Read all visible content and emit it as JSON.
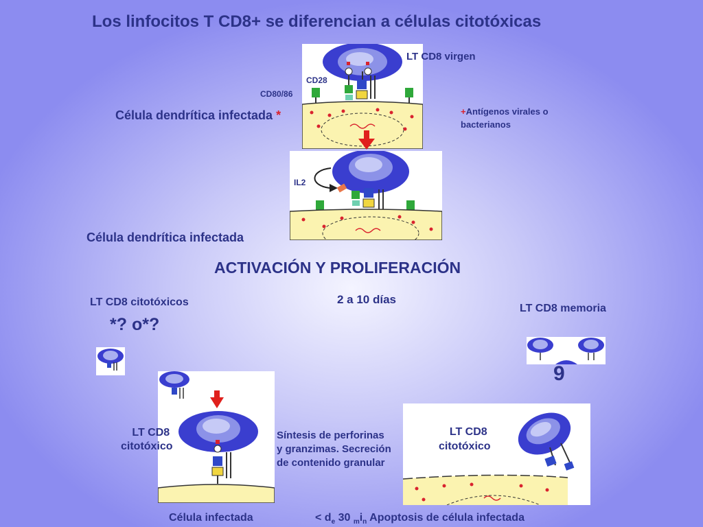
{
  "title": "Los linfocitos T CD8+ se diferencian a células citotóxicas",
  "labels": {
    "lt_cd8_virgen": "LT CD8 virgen",
    "cd28": "CD28",
    "cd80_86": "CD80/86",
    "celula_dendritica_infectada_top": "Célula dendrítica infectada",
    "asterisk": "*",
    "antigenos_line1": "Antígenos virales o",
    "antigenos_line2": "bacterianos",
    "il2": "IL2",
    "celula_dendritica_infectada_mid": "Célula dendrítica infectada",
    "activacion": "ACTIVACIÓN Y PROLIFERACIÓN",
    "dias": "2 a 10 días",
    "lt_cd8_citotoxicos": "LT CD8 citotóxicos",
    "question_marks": "*? o*?",
    "lt_cd8_memoria": "LT CD8 memoria",
    "nine": "9",
    "lt_cd8_citotoxico_left_1": "LT CD8",
    "lt_cd8_citotoxico_left_2": "citotóxico",
    "sintesis_1": "Síntesis de perforinas",
    "sintesis_2": "y granzimas. Secreción",
    "sintesis_3": "de contenido granular",
    "lt_cd8_citotoxico_right_1": "LT CD8",
    "lt_cd8_citotoxico_right_2": "citotóxico",
    "celula_infectada": "Célula infectada",
    "apoptosis_pre": "< d",
    "apoptosis_sub1": "e",
    "apoptosis_mid": " 30 ",
    "apoptosis_sub2": "m",
    "apoptosis_i": "i",
    "apoptosis_sub3": "n",
    "apoptosis_post": " Apoptosis de célula infectada"
  },
  "colors": {
    "title": "#2c3288",
    "cell_blue": "#3a3ecf",
    "cell_light": "#aab0f0",
    "dendritic_yellow": "#fbf3b0",
    "dots_red": "#d9232e",
    "receptor_green": "#2fa83a",
    "arrow_red": "#e0201c"
  }
}
